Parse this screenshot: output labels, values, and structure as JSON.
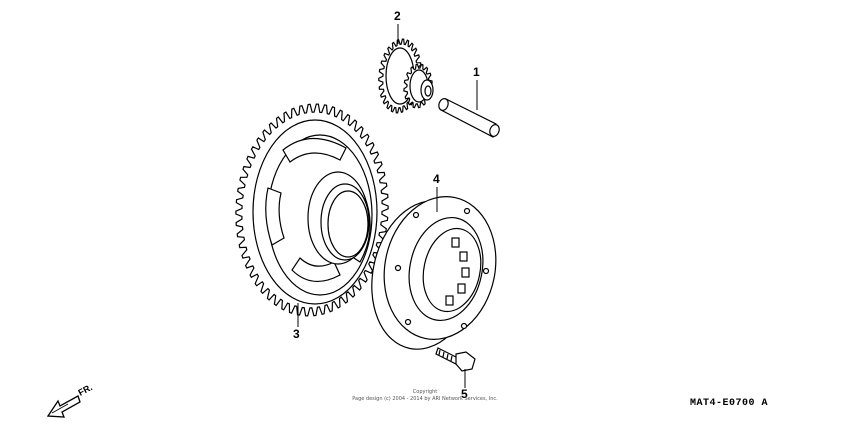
{
  "callouts": {
    "part_1": "1",
    "part_2": "2",
    "part_3": "3",
    "part_4": "4",
    "part_5": "5"
  },
  "copyright": {
    "line1": "Copyright",
    "line2": "Page design (c) 2004 - 2014 by ARI Network Services, Inc."
  },
  "diagram_code": "MAT4-E0700 A",
  "direction_label": "FR.",
  "colors": {
    "ink": "#000000",
    "background": "#ffffff"
  }
}
